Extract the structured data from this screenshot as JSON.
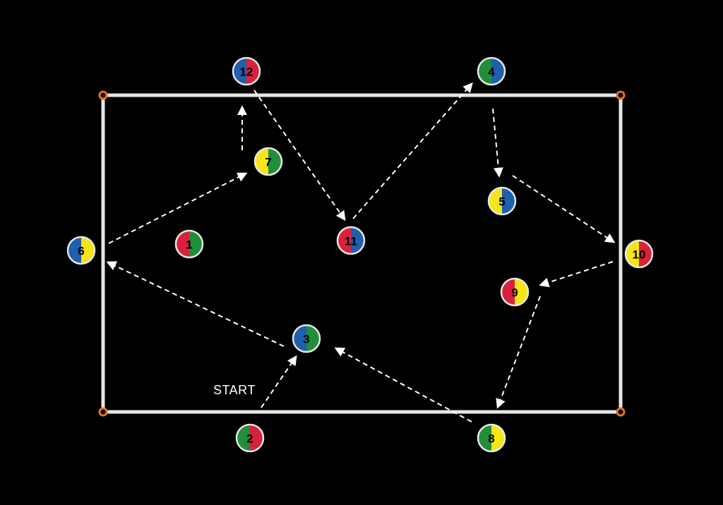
{
  "diagram": {
    "type": "passing-drill",
    "start_label": "START",
    "colors": {
      "background": "#000000",
      "field_line": "#e6e6e6",
      "corner_cone": "#e8731a",
      "arrow": "#ffffff",
      "red": "#d9213b",
      "green": "#1f8f3a",
      "blue": "#1f5fae",
      "yellow": "#f7e617"
    },
    "players": [
      {
        "id": "p1",
        "label": "1",
        "left_color": "red",
        "right_color": "green"
      },
      {
        "id": "p2",
        "label": "2",
        "left_color": "green",
        "right_color": "red"
      },
      {
        "id": "p3",
        "label": "3",
        "left_color": "blue",
        "right_color": "green"
      },
      {
        "id": "p4",
        "label": "4",
        "left_color": "green",
        "right_color": "blue"
      },
      {
        "id": "p5",
        "label": "5",
        "left_color": "yellow",
        "right_color": "blue"
      },
      {
        "id": "p6",
        "label": "6",
        "left_color": "blue",
        "right_color": "yellow"
      },
      {
        "id": "p7",
        "label": "7",
        "left_color": "yellow",
        "right_color": "green"
      },
      {
        "id": "p8",
        "label": "8",
        "left_color": "green",
        "right_color": "yellow"
      },
      {
        "id": "p9",
        "label": "9",
        "left_color": "red",
        "right_color": "yellow"
      },
      {
        "id": "p10",
        "label": "10",
        "left_color": "yellow",
        "right_color": "red"
      },
      {
        "id": "p11",
        "label": "11",
        "left_color": "red",
        "right_color": "blue"
      },
      {
        "id": "p12",
        "label": "12",
        "left_color": "blue",
        "right_color": "red"
      }
    ],
    "pass_sequence": [
      "2",
      "3",
      "6",
      "7",
      "12",
      "11",
      "4",
      "5",
      "10",
      "9",
      "8",
      "3"
    ]
  }
}
